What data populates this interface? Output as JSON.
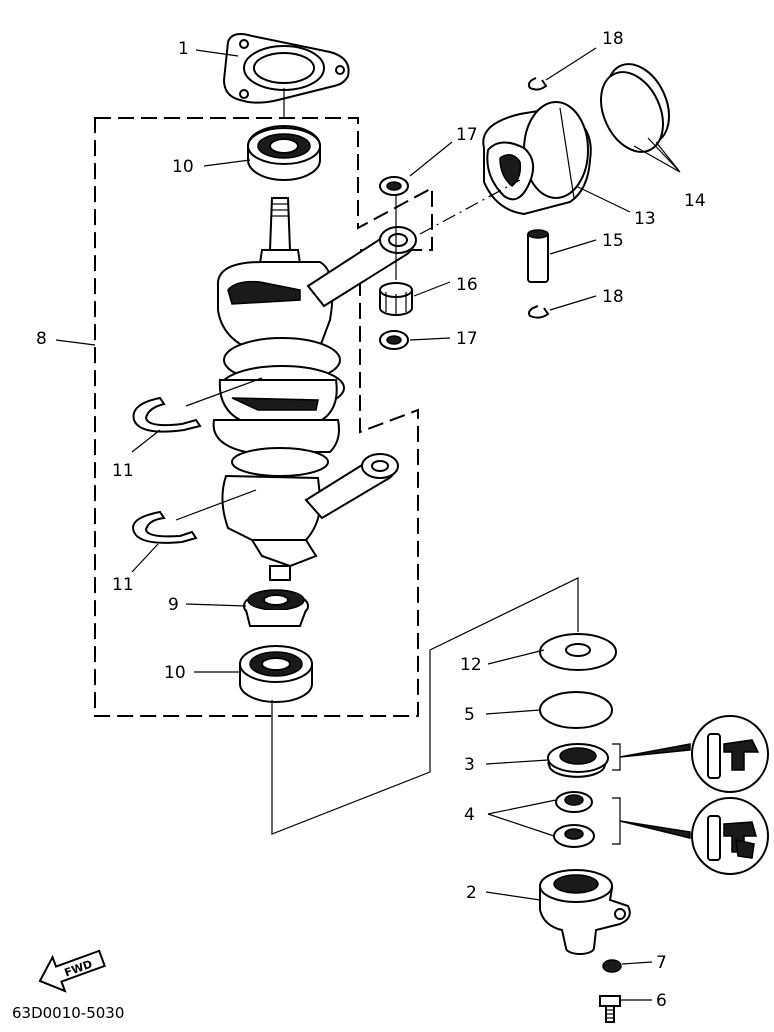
{
  "callouts": {
    "c1": "1",
    "c2": "2",
    "c3": "3",
    "c4": "4",
    "c5": "5",
    "c6": "6",
    "c7": "7",
    "c8": "8",
    "c9": "9",
    "c10_top": "10",
    "c10_bottom": "10",
    "c11_upper": "11",
    "c11_lower": "11",
    "c12": "12",
    "c13": "13",
    "c14": "14",
    "c15": "15",
    "c16": "16",
    "c17_top": "17",
    "c17_bottom": "17",
    "c18_top": "18",
    "c18_bottom": "18"
  },
  "fwd_label": "FWD",
  "drawing_code": "63D0010-5030",
  "icons": {
    "direction": "fwd-arrow-icon",
    "seal_detail": "seal-section-icon"
  },
  "colors": {
    "line": "#000000",
    "background": "#ffffff"
  }
}
